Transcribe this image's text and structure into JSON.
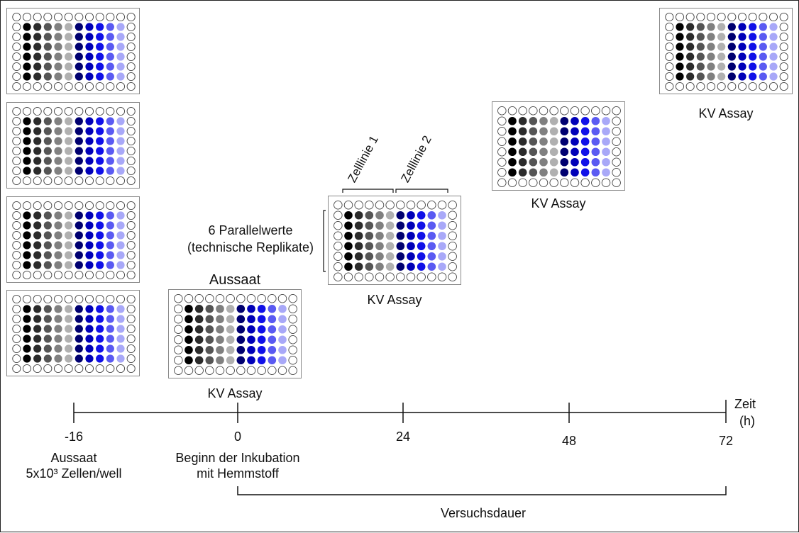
{
  "plates": {
    "rows": 8,
    "cols": 12,
    "well_colors": [
      "#ffffff",
      "#000000",
      "#2b2b2b",
      "#555555",
      "#808080",
      "#b0b0b0",
      "#000070",
      "#0000b8",
      "#1010e8",
      "#5a5af2",
      "#a8a8f8",
      "#ffffff"
    ],
    "edge_stroke": "#444444"
  },
  "labels": {
    "aussaat_title": "Aussaat",
    "kv_assay": "KV Assay",
    "zelllinie_1": "Zelllinie 1",
    "zelllinie_2": "Zelllinie 2",
    "parallel_line1": "6 Parallelwerte",
    "parallel_line2": "(technische Replikate)"
  },
  "timeline": {
    "ticks": [
      "-16",
      "0",
      "24",
      "48",
      "72"
    ],
    "axis_label_line1": "Zeit",
    "axis_label_line2": "(h)",
    "start_label_line1": "Aussaat",
    "start_label_line2": "5x10³ Zellen/well",
    "zero_label_line1": "Beginn der Inkubation",
    "zero_label_line2": "mit Hemmstoff",
    "duration_label": "Versuchsdauer"
  }
}
